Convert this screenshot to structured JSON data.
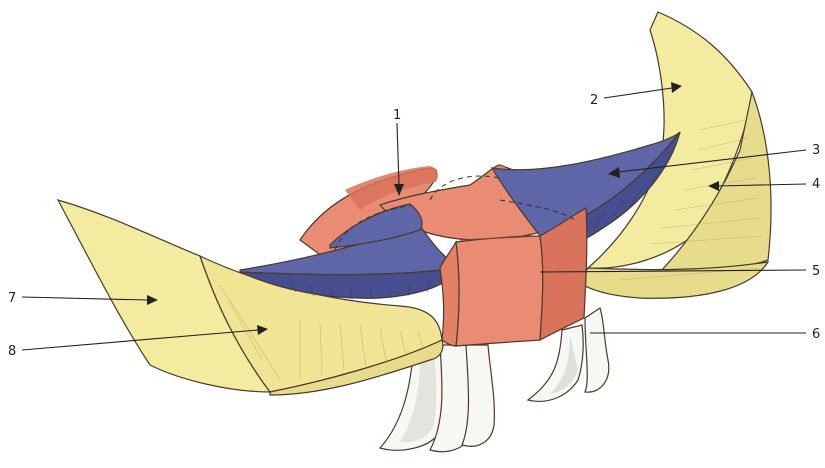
{
  "figure": {
    "labels": [
      {
        "id": "1",
        "text": "1"
      },
      {
        "id": "2",
        "text": "2"
      },
      {
        "id": "3",
        "text": "3"
      },
      {
        "id": "4",
        "text": "4"
      },
      {
        "id": "5",
        "text": "5"
      },
      {
        "id": "6",
        "text": "6"
      },
      {
        "id": "7",
        "text": "7"
      },
      {
        "id": "8",
        "text": "8"
      }
    ],
    "colors": {
      "cream": "#f3eca0",
      "cream_shade": "#e6dc8c",
      "salmon": "#ea8c74",
      "salmon_shade": "#d9735c",
      "blue": "#5e66a8",
      "blue_shade": "#474e8f",
      "tooth": "#f7f7f4",
      "tooth_shade": "#d6d6d0",
      "ink": "#222222"
    }
  }
}
